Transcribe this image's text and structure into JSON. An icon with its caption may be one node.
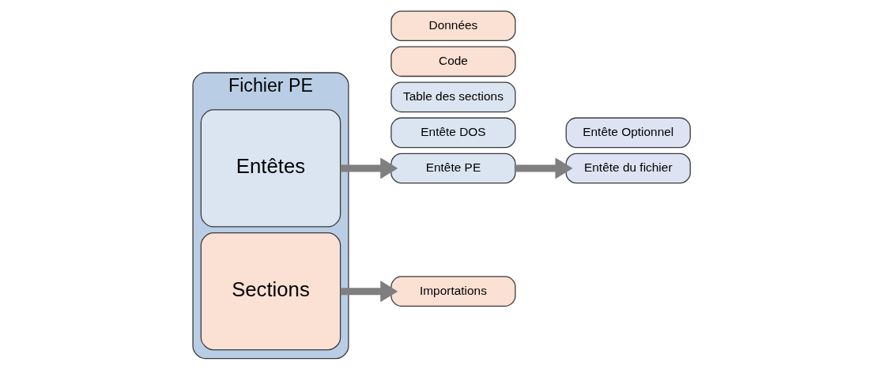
{
  "diagram": {
    "nodes": [
      {
        "text": [
          "Fichier PE"
        ]
      },
      {
        "text": [
          "Entêtes"
        ],
        "in": 0
      },
      {
        "text": [
          "Sections"
        ],
        "in": 0
      },
      {
        "text": [
          "Entête DOS"
        ]
      },
      {
        "text": [
          "Entête PE"
        ]
      },
      {
        "text": [
          "Table des sections"
        ]
      },
      {
        "text": [
          "Entête du fichier"
        ]
      },
      {
        "text": [
          "Entête Optionnel"
        ]
      },
      {
        "text": [
          "Code"
        ]
      },
      {
        "text": [
          "Importations"
        ]
      },
      {
        "text": [
          "Données"
        ]
      }
    ],
    "edges": [
      {
        "from": 1,
        "to": 4,
        "arrow": "to"
      },
      {
        "from": 4,
        "to": 6,
        "arrow": "to"
      },
      {
        "from": 2,
        "to": 9,
        "arrow": "to"
      }
    ]
  }
}
